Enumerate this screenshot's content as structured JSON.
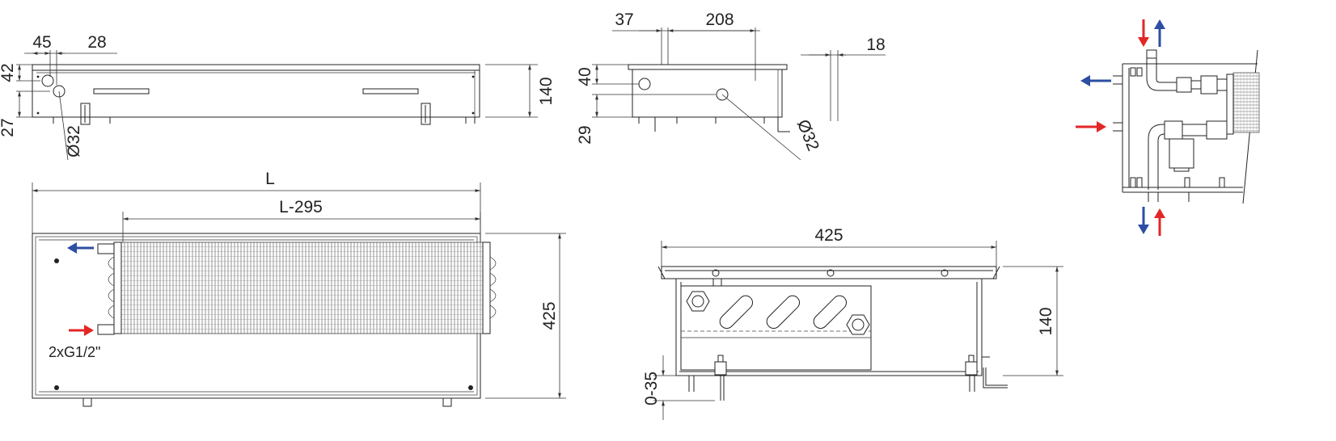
{
  "colors": {
    "hot": "#e32626",
    "cold": "#2d4ea3",
    "line": "#222222"
  },
  "top_view": {
    "dim_45": "45",
    "dim_28": "28",
    "dim_42": "42",
    "dim_27": "27",
    "dim_140": "140",
    "dim_dia": "Ø32"
  },
  "side_view": {
    "dim_37": "37",
    "dim_208": "208",
    "dim_18": "18",
    "dim_40": "40",
    "dim_29": "29",
    "dim_dia": "Ø32"
  },
  "plan_view": {
    "dim_L": "L",
    "dim_L295": "L-295",
    "dim_425": "425",
    "connection_label": "2xG1/2\""
  },
  "section_view": {
    "dim_425": "425",
    "dim_140": "140",
    "dim_035": "0-35"
  }
}
